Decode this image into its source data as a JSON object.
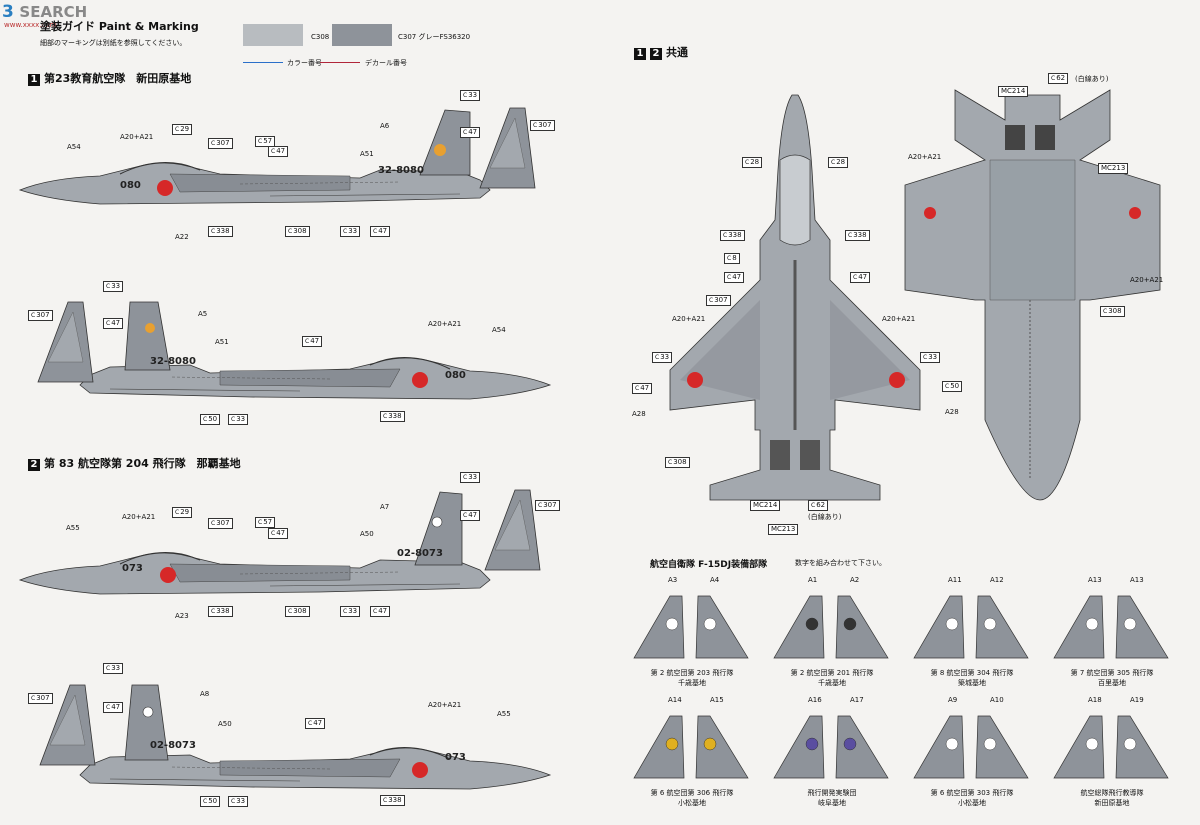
{
  "watermark": {
    "logo": "3",
    "site": "SEARCH",
    "url": "www.xxxx.com"
  },
  "header": {
    "title": "塗装ガイド Paint & Marking",
    "subtitle": "細部のマーキングは別紙を参照してください。",
    "swatches": [
      {
        "label": "C308 グレーFS36375",
        "color": "#b8bcc0"
      },
      {
        "label": "C307 グレーFS36320",
        "color": "#8e939a"
      }
    ],
    "legend": [
      {
        "label": "カラー番号",
        "color": "#2a6fc9"
      },
      {
        "label": "デカール番号",
        "color": "#b0253a"
      }
    ]
  },
  "sections": [
    {
      "num": "1",
      "title": "第23教育航空隊　新田原基地"
    },
    {
      "num": "2",
      "title": "第 83 航空隊第 204 飛行隊　那覇基地"
    }
  ],
  "common": {
    "nums": [
      "1",
      "2"
    ],
    "title": "共通"
  },
  "squadrons": {
    "title": "航空自衛隊 F-15DJ装備部隊",
    "note": "数字を組み合わせて下さい。",
    "units": [
      {
        "a": "A3",
        "b": "A4",
        "line1": "第 2 航空団第 203 飛行隊",
        "line2": "千歳基地",
        "mark": "#ffffff"
      },
      {
        "a": "A1",
        "b": "A2",
        "line1": "第 2 航空団第 201 飛行隊",
        "line2": "千歳基地",
        "mark": "#333333"
      },
      {
        "a": "A11",
        "b": "A12",
        "line1": "第 8 航空団第 304 飛行隊",
        "line2": "築城基地",
        "mark": "#ffffff"
      },
      {
        "a": "A13",
        "b": "A13",
        "line1": "第 7 航空団第 305 飛行隊",
        "line2": "百里基地",
        "mark": "#ffffff"
      },
      {
        "a": "A14",
        "b": "A15",
        "line1": "第 6 航空団第 306 飛行隊",
        "line2": "小松基地",
        "mark": "#e0b020"
      },
      {
        "a": "A16",
        "b": "A17",
        "line1": "飛行開発実験団",
        "line2": "岐阜基地",
        "mark": "#5a4ea0"
      },
      {
        "a": "A9",
        "b": "A10",
        "line1": "第 6 航空団第 303 飛行隊",
        "line2": "小松基地",
        "mark": "#ffffff"
      },
      {
        "a": "A18",
        "b": "A19",
        "line1": "航空総隊飛行教導隊",
        "line2": "新田原基地",
        "mark": "#ffffff"
      }
    ]
  },
  "labels": {
    "a20": "A20+A21",
    "a54": "A54",
    "a22": "A22",
    "a6": "A6",
    "a51": "A51",
    "a5": "A5",
    "a55": "A55",
    "a23": "A23",
    "a7": "A7",
    "a50": "A50",
    "a8": "A8",
    "a28": "A28",
    "c29": "29",
    "c307": "307",
    "c57": "57",
    "c47": "47",
    "c33": "33",
    "c338": "338",
    "c308": "308",
    "c50": "50",
    "c28": "28",
    "c8": "8",
    "c62": "62",
    "mc214": "MC214",
    "mc213": "MC213",
    "white": "(白線あり)",
    "cprefix": "C",
    "serial1": "32-8080",
    "nose1": "080",
    "serial2": "02-8073",
    "nose2": "073"
  }
}
